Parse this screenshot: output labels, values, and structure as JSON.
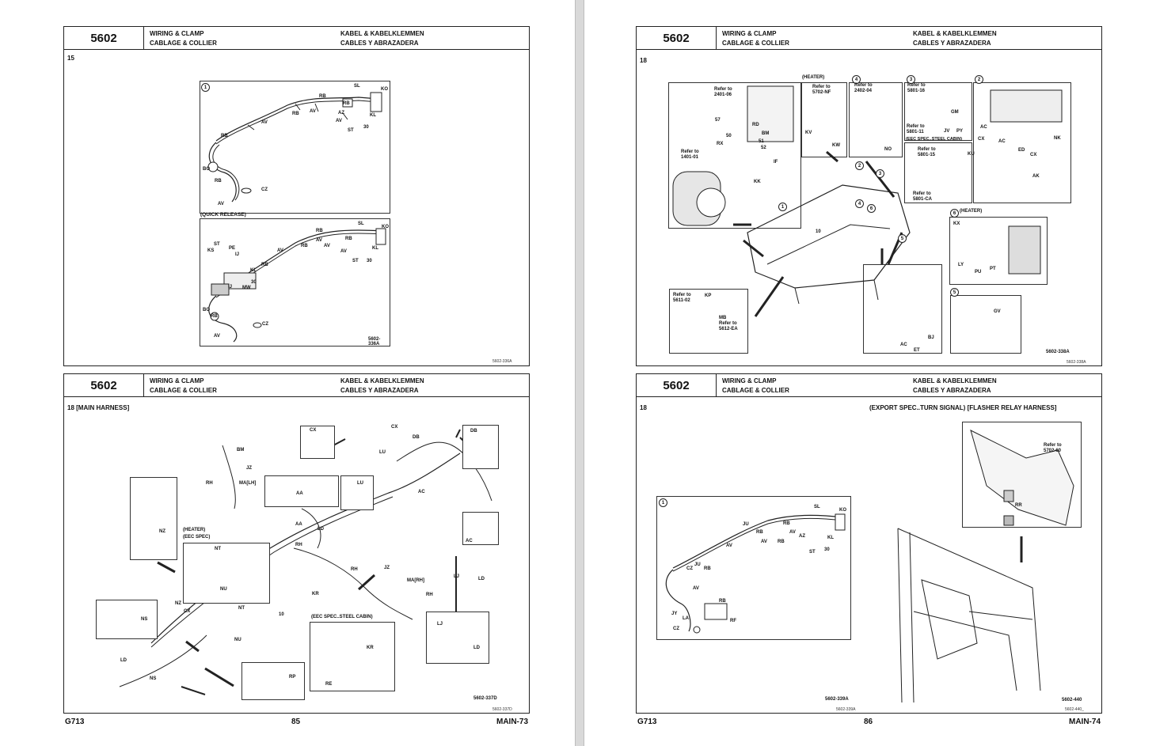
{
  "section_number": "5602",
  "header": {
    "en": "WIRING & CLAMP",
    "fr": "CABLAGE & COLLIER",
    "de": "KABEL & KABELKLEMMEN",
    "es": "CABLES Y ABRAZADERA"
  },
  "panel_tl": {
    "figure": "15",
    "callout_1": "1",
    "quick_release": "(QUICK RELEASE)",
    "drawing_code": "5602-336A",
    "small_code": "5602-336A",
    "labels_top": [
      "SL",
      "KO",
      "RB",
      "RB",
      "AV",
      "RB",
      "AZ",
      "KL",
      "ST",
      "30",
      "AV",
      "RB",
      "AV",
      "BO",
      "RB",
      "AV",
      "CZ"
    ],
    "labels_bottom": [
      "SL",
      "KO",
      "RB",
      "AV",
      "RB",
      "AV",
      "RB",
      "AV",
      "KL",
      "ST",
      "30",
      "ST",
      "KS",
      "PE",
      "IJ",
      "AV",
      "RB",
      "KL",
      "30",
      "IJ",
      "MW",
      "BO",
      "RB",
      "AV",
      "CZ"
    ]
  },
  "panel_tr": {
    "figure": "18",
    "heater": "(HEATER)",
    "eec_cabin": "(EEC SPEC..STEEL CABIN)",
    "heater_6": "(HEATER)",
    "drawing_code": "5602-338A",
    "small_code": "5602-338A",
    "callouts": [
      "1",
      "2",
      "3",
      "4",
      "5",
      "6"
    ],
    "refs": {
      "r2401": "Refer to\n2401-06",
      "r1401": "Refer to\n1401-01",
      "r5702nf": "Refer to\n5702-NF",
      "r2402": "Refer to\n2402-04",
      "r5801_16": "Refer to\n5801-16",
      "r5801_11": "Refer to\n5801-11",
      "r5801_15": "Refer to\n5801-15",
      "r5801_ca": "Refer to\n5801-CA",
      "r5611": "Refer to\n5611-02",
      "r5612": "Refer to\n5612-EA"
    },
    "labels": [
      "57",
      "RD",
      "BM",
      "50",
      "51",
      "52",
      "RX",
      "IF",
      "KK",
      "KV",
      "KW",
      "NO",
      "GM",
      "JV",
      "PY",
      "KU",
      "AC",
      "CX",
      "AC",
      "ED",
      "NK",
      "CX",
      "AK",
      "KX",
      "LY",
      "PU",
      "PT",
      "KP",
      "MB",
      "GV",
      "BJ",
      "AC",
      "ET",
      "10"
    ]
  },
  "panel_bl": {
    "figure": "18 [MAIN HARNESS]",
    "heater_eec": "(HEATER)\n(EEC SPEC)",
    "eec_cabin": "(EEC SPEC..STEEL CABIN)",
    "drawing_code": "5602-337D",
    "small_code": "5602-337D",
    "labels": [
      "CX",
      "CX",
      "DB",
      "DB",
      "BM",
      "JZ",
      "RH",
      "MA[LH]",
      "LU",
      "LU",
      "AA",
      "AC",
      "AC",
      "NZ",
      "AA",
      "LD",
      "RH",
      "RH",
      "NT",
      "NU",
      "JZ",
      "MA[RH]",
      "RH",
      "LJ",
      "LD",
      "KR",
      "NZ",
      "CX",
      "NT",
      "NU",
      "10",
      "NS",
      "LD",
      "NS",
      "RP",
      "KR",
      "RE",
      "LJ",
      "LD"
    ]
  },
  "panel_br": {
    "figure": "18",
    "title": "(EXPORT SPEC..TURN SIGNAL) [FLASHER RELAY HARNESS]",
    "callout_1": "1",
    "ref": "Refer to\n5702-60",
    "drawing_code_1": "5602-339A",
    "small_code_1": "5602-339A",
    "drawing_code_2": "5602-440",
    "small_code_2": "5602-440_",
    "labels": [
      "SL",
      "KO",
      "JU",
      "RB",
      "AV",
      "RB",
      "AV",
      "RB",
      "AZ",
      "KL",
      "ST",
      "30",
      "AV",
      "CZ",
      "JU",
      "RB",
      "AV",
      "JY",
      "LA",
      "RB",
      "CZ",
      "RF",
      "RR"
    ]
  },
  "footer_left": {
    "model": "G713",
    "page": "85",
    "main": "MAIN-73"
  },
  "footer_right": {
    "model": "G713",
    "page": "86",
    "main": "MAIN-74"
  }
}
